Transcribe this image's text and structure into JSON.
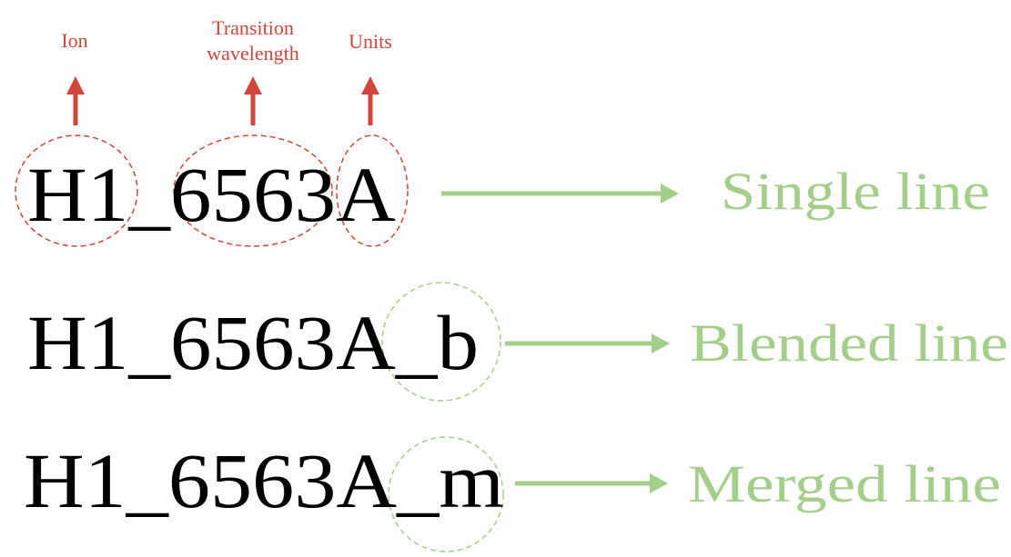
{
  "colors": {
    "annotation": "#d0463a",
    "result": "#a4cf8a",
    "text": "#000000"
  },
  "annotations": {
    "ion": "Ion",
    "wavelength_line1": "Transition",
    "wavelength_line2": "wavelength",
    "units": "Units"
  },
  "rows": [
    {
      "code": "H1_6563A",
      "label": "Single line"
    },
    {
      "code": "H1_6563A_b",
      "label": "Blended line"
    },
    {
      "code": "H1_6563A_m",
      "label": "Merged line"
    }
  ]
}
